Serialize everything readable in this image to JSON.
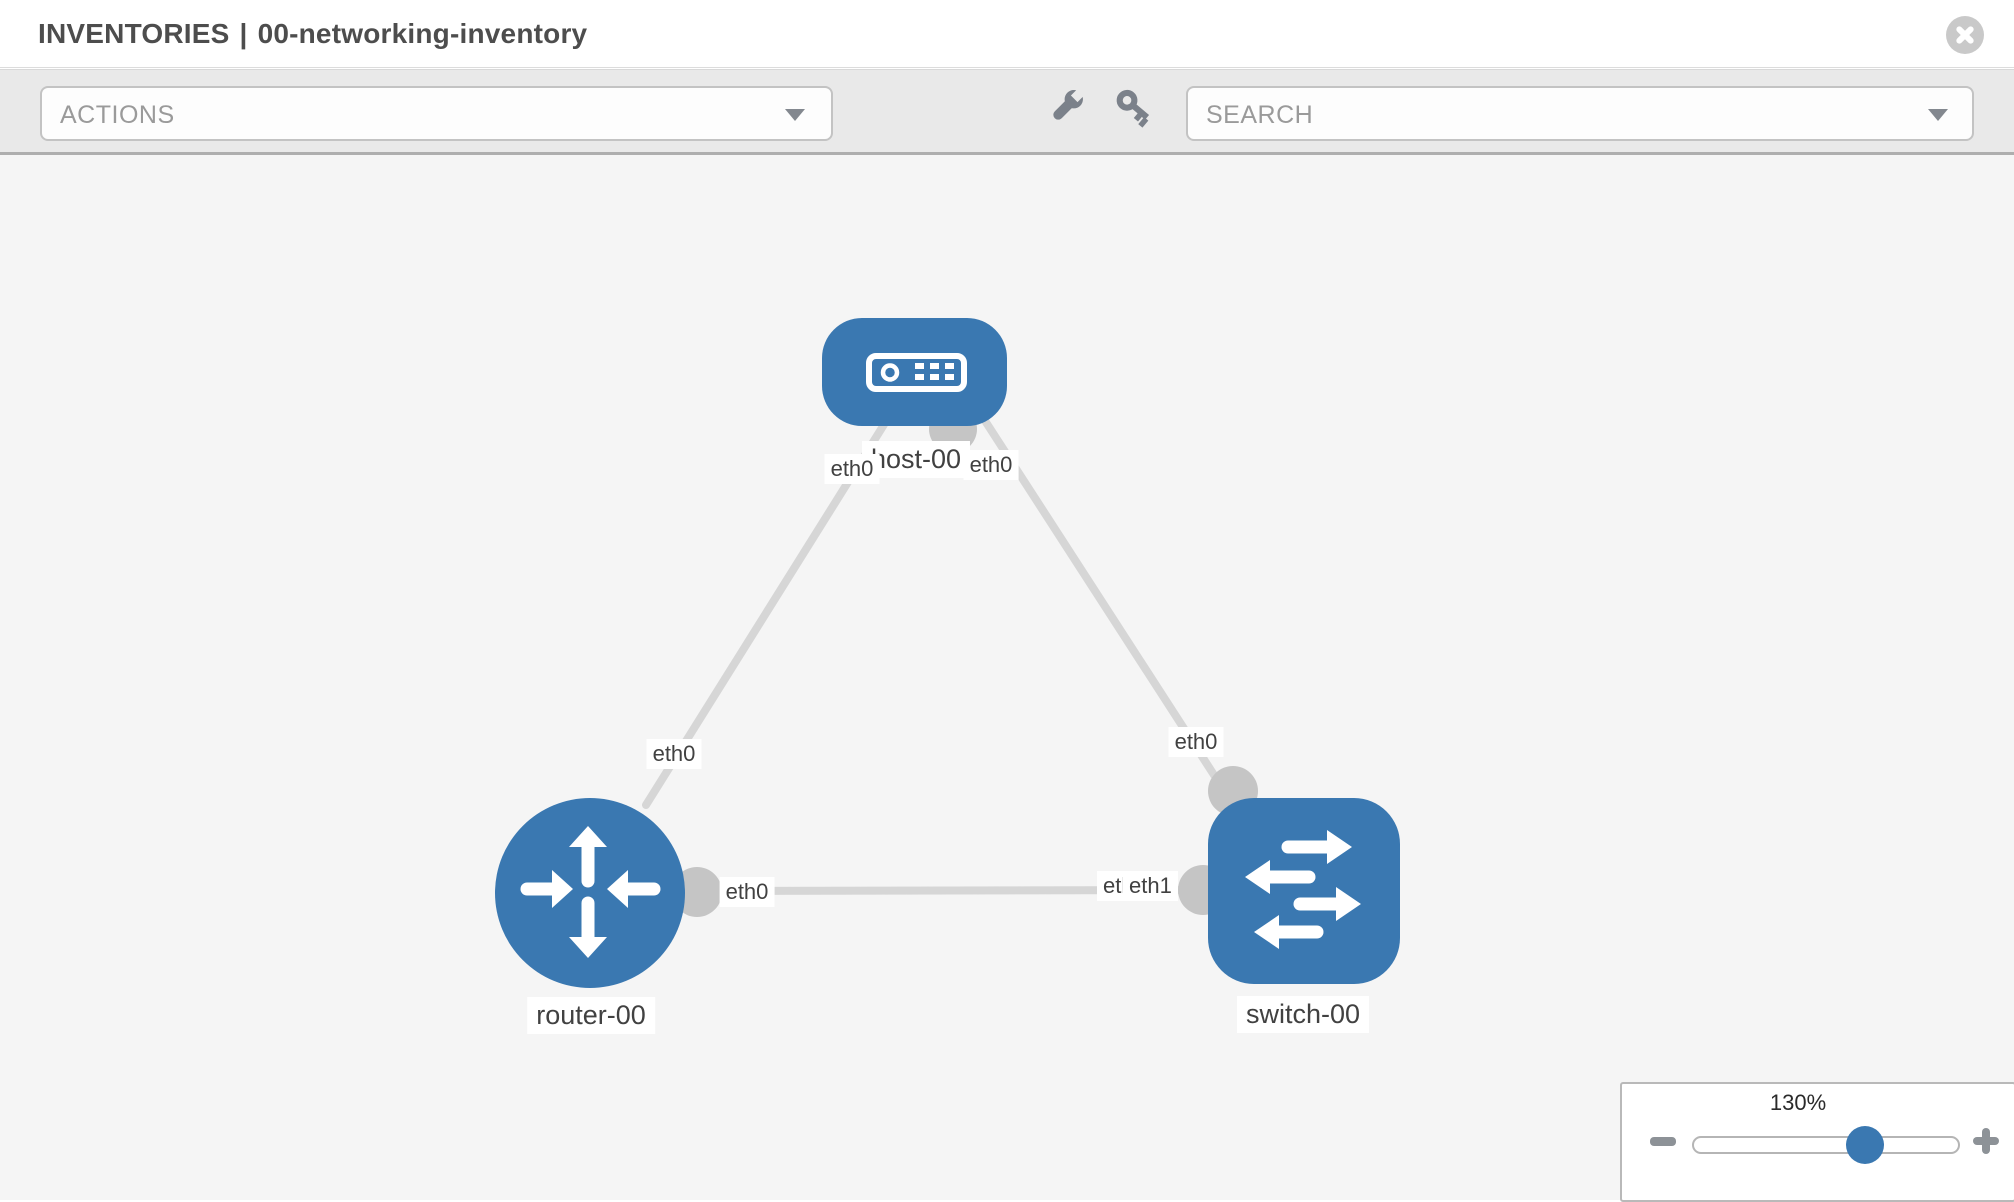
{
  "header": {
    "section": "INVENTORIES",
    "separator": "|",
    "inventory_name": "00-networking-inventory"
  },
  "toolbar": {
    "actions_label": "ACTIONS",
    "search_label": "SEARCH",
    "icons": [
      "wrench-icon",
      "key-icon"
    ]
  },
  "topology": {
    "nodes": [
      {
        "label": "host-00",
        "type": "host"
      },
      {
        "label": "router-00",
        "type": "router"
      },
      {
        "label": "switch-00",
        "type": "switch"
      }
    ],
    "links": [
      {
        "from": "host-00",
        "to": "router-00"
      },
      {
        "from": "host-00",
        "to": "switch-00"
      },
      {
        "from": "router-00",
        "to": "switch-00"
      }
    ],
    "iface": {
      "host_left": "eth0",
      "host_right": "eth0",
      "router_line": "eth0",
      "switch_line": "eth0",
      "router_right": "eth0",
      "switch_back": "eth0",
      "switch_front": "eth1"
    }
  },
  "zoom": {
    "level": "130%"
  },
  "colors": {
    "node-blue": "#3a78b1",
    "link-gray": "#d6d6d6",
    "iface-gray": "#c5c5c5",
    "icon-gray": "#7b818a",
    "canvas-bg": "#f5f5f5",
    "toolbar-bg": "#e9e9e9"
  }
}
